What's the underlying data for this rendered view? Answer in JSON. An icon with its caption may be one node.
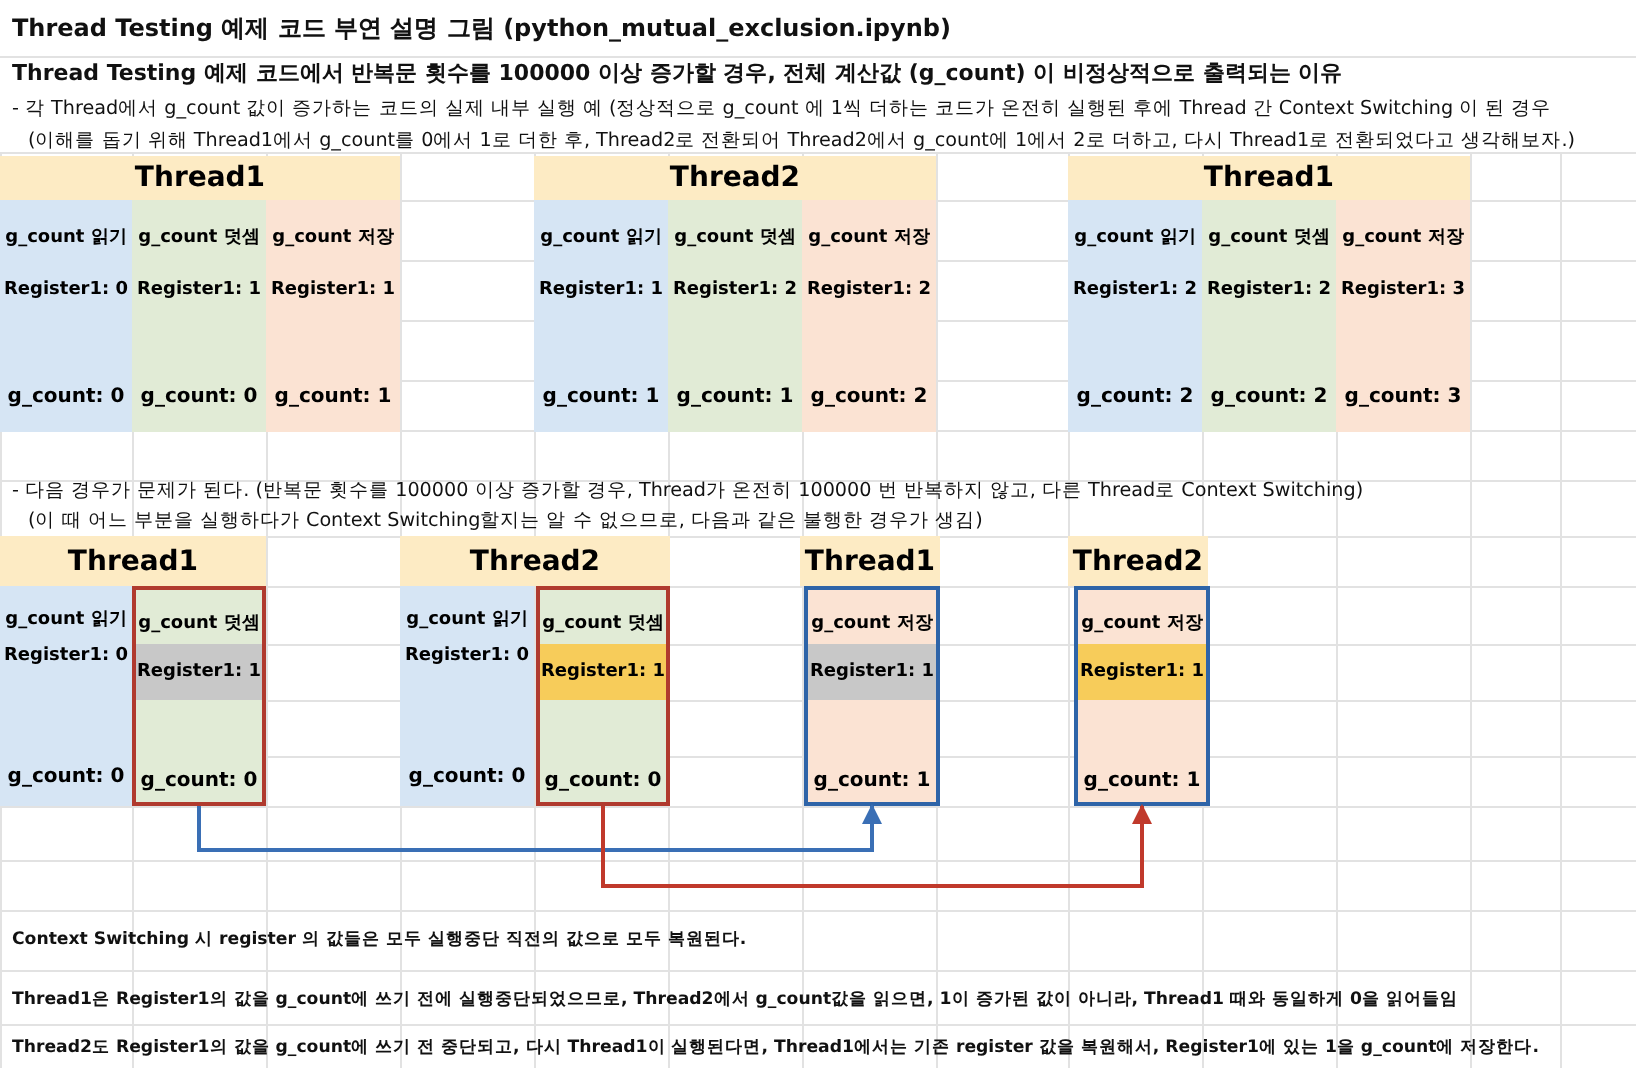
{
  "diagram": {
    "title": "Thread Testing 예제 코드 부연 설명 그림 (python_mutual_exclusion.ipynb)",
    "nodes": [
      {
        "text": [
          "Thread1"
        ]
      },
      {
        "text": [
          "g_count 읽기",
          "Register1: 0",
          "g_count: 0"
        ]
      },
      {
        "text": [
          "g_count 덧셈",
          "Register1: 1",
          "g_count: 0"
        ]
      },
      {
        "text": [
          "g_count 저장",
          "Register1: 1",
          "g_count: 1"
        ]
      },
      {
        "text": [
          "Thread2"
        ]
      },
      {
        "text": [
          "g_count 읽기",
          "Register1: 1",
          "g_count: 1"
        ]
      },
      {
        "text": [
          "g_count 덧셈",
          "Register1: 2",
          "g_count: 1"
        ]
      },
      {
        "text": [
          "g_count 저장",
          "Register1: 2",
          "g_count: 2"
        ]
      },
      {
        "text": [
          "Thread1"
        ]
      },
      {
        "text": [
          "g_count 읽기",
          "Register1: 2",
          "g_count: 2"
        ]
      },
      {
        "text": [
          "g_count 덧셈",
          "Register1: 2",
          "g_count: 2"
        ]
      },
      {
        "text": [
          "g_count 저장",
          "Register1: 3",
          "g_count: 3"
        ]
      },
      {
        "text": [
          "Thread1"
        ]
      },
      {
        "text": [
          "g_count 읽기",
          "Register1: 0",
          "g_count: 0"
        ]
      },
      {
        "text": [
          "g_count 덧셈",
          "Register1: 1",
          "g_count: 0"
        ]
      },
      {
        "text": [
          "Thread2"
        ]
      },
      {
        "text": [
          "g_count 읽기",
          "Register1: 0",
          "g_count: 0"
        ]
      },
      {
        "text": [
          "g_count 덧셈",
          "Register1: 1",
          "g_count: 0"
        ]
      },
      {
        "text": [
          "Thread1"
        ]
      },
      {
        "text": [
          "g_count 저장",
          "Register1: 1",
          "g_count: 1"
        ]
      },
      {
        "text": [
          "Thread2"
        ]
      },
      {
        "text": [
          "g_count 저장",
          "Register1: 1",
          "g_count: 1"
        ]
      }
    ],
    "edges": [
      {
        "from": 14,
        "to": 19,
        "arrow": "to",
        "color": "#3a6fb5"
      },
      {
        "from": 17,
        "to": 21,
        "arrow": "to",
        "color": "#c0392b"
      }
    ],
    "labels": [
      "Thread Testing 예제 코드에서 반복문 횟수를 100000 이상 증가할 경우, 전체 계산값 (g_count) 이 비정상적으로 출력되는 이유",
      "- 각 Thread에서 g_count 값이 증가하는 코드의 실제 내부 실행 예 (정상적으로 g_count 에 1씩 더하는 코드가 온전히 실행된 후에 Thread 간 Context Switching 이 된 경우",
      "(이해를 돕기 위해 Thread1에서 g_count를 0에서 1로 더한 후, Thread2로 전환되어 Thread2에서 g_count에 1에서 2로 더하고, 다시 Thread1로 전환되었다고 생각해보자.)",
      "- 다음 경우가 문제가 된다. (반복문 횟수를 100000 이상 증가할 경우, Thread가 온전히 100000 번 반복하지 않고, 다른 Thread로 Context Switching)",
      "(이 때 어느 부분을 실행하다가 Context Switching할지는 알 수 없으므로, 다음과 같은 불행한 경우가 생김)",
      "Context Switching 시 register 의 값들은 모두 실행중단 직전의 값으로 모두 복원된다.",
      "Thread1은 Register1의 값을 g_count에 쓰기 전에 실행중단되었으므로, Thread2에서 g_count값을 읽으면, 1이 증가된 값이 아니라, Thread1 때와 동일하게 0을 읽어들임",
      "Thread2도 Register1의 값을 g_count에 쓰기 전 중단되고, 다시 Thread1이 실행된다면, Thread1에서는 기존 register 값을 복원해서, Register1에 있는 1을 g_count에 저장한다."
    ]
  }
}
